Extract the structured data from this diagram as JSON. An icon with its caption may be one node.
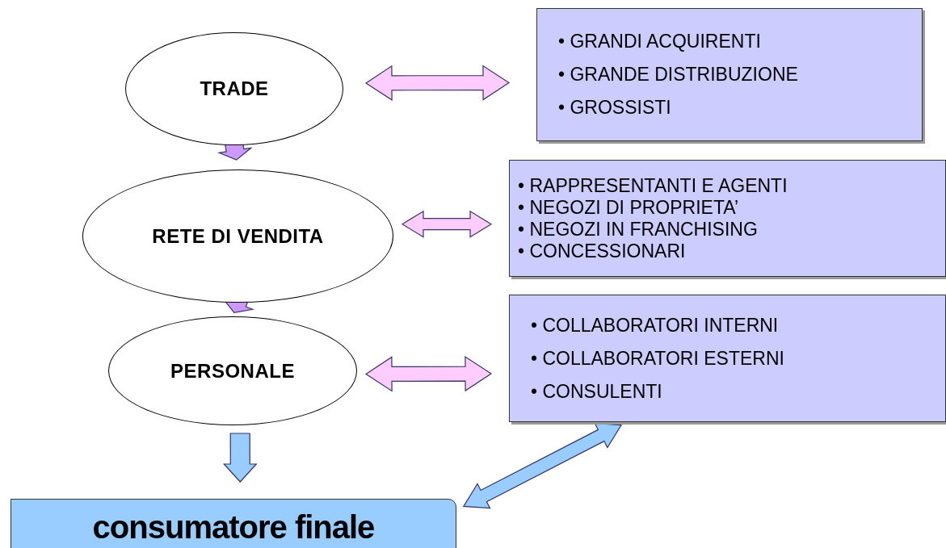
{
  "diagram": {
    "nodes": [
      {
        "text": [
          "TRADE"
        ]
      },
      {
        "text": [
          "• GRANDI ACQUIRENTI",
          "• GRANDE DISTRIBUZIONE",
          "• GROSSISTI"
        ]
      },
      {
        "text": [
          "RETE DI VENDITA"
        ]
      },
      {
        "text": [
          "• RAPPRESENTANTI E AGENTI",
          "• NEGOZI DI PROPRIETA’",
          "• NEGOZI IN FRANCHISING",
          "• CONCESSIONARI"
        ]
      },
      {
        "text": [
          "PERSONALE"
        ]
      },
      {
        "text": [
          "• COLLABORATORI INTERNI",
          "• COLLABORATORI ESTERNI",
          "• CONSULENTI"
        ]
      },
      {
        "text": [
          "consumatore finale"
        ]
      }
    ],
    "edges": [
      {
        "from": 0,
        "to": 2,
        "arrow": "to",
        "color": "#cc99ff"
      },
      {
        "from": 2,
        "to": 4,
        "arrow": "to",
        "color": "#cc99ff"
      },
      {
        "from": 0,
        "to": 1,
        "arrow": "both",
        "color": "#ffccff"
      },
      {
        "from": 2,
        "to": 3,
        "arrow": "both",
        "color": "#ffccff"
      },
      {
        "from": 4,
        "to": 5,
        "arrow": "both",
        "color": "#ffccff"
      },
      {
        "from": 4,
        "to": 6,
        "arrow": "to",
        "color": "#99ccff"
      },
      {
        "from": 6,
        "to": 5,
        "arrow": "both",
        "color": "#99ccff"
      }
    ]
  }
}
